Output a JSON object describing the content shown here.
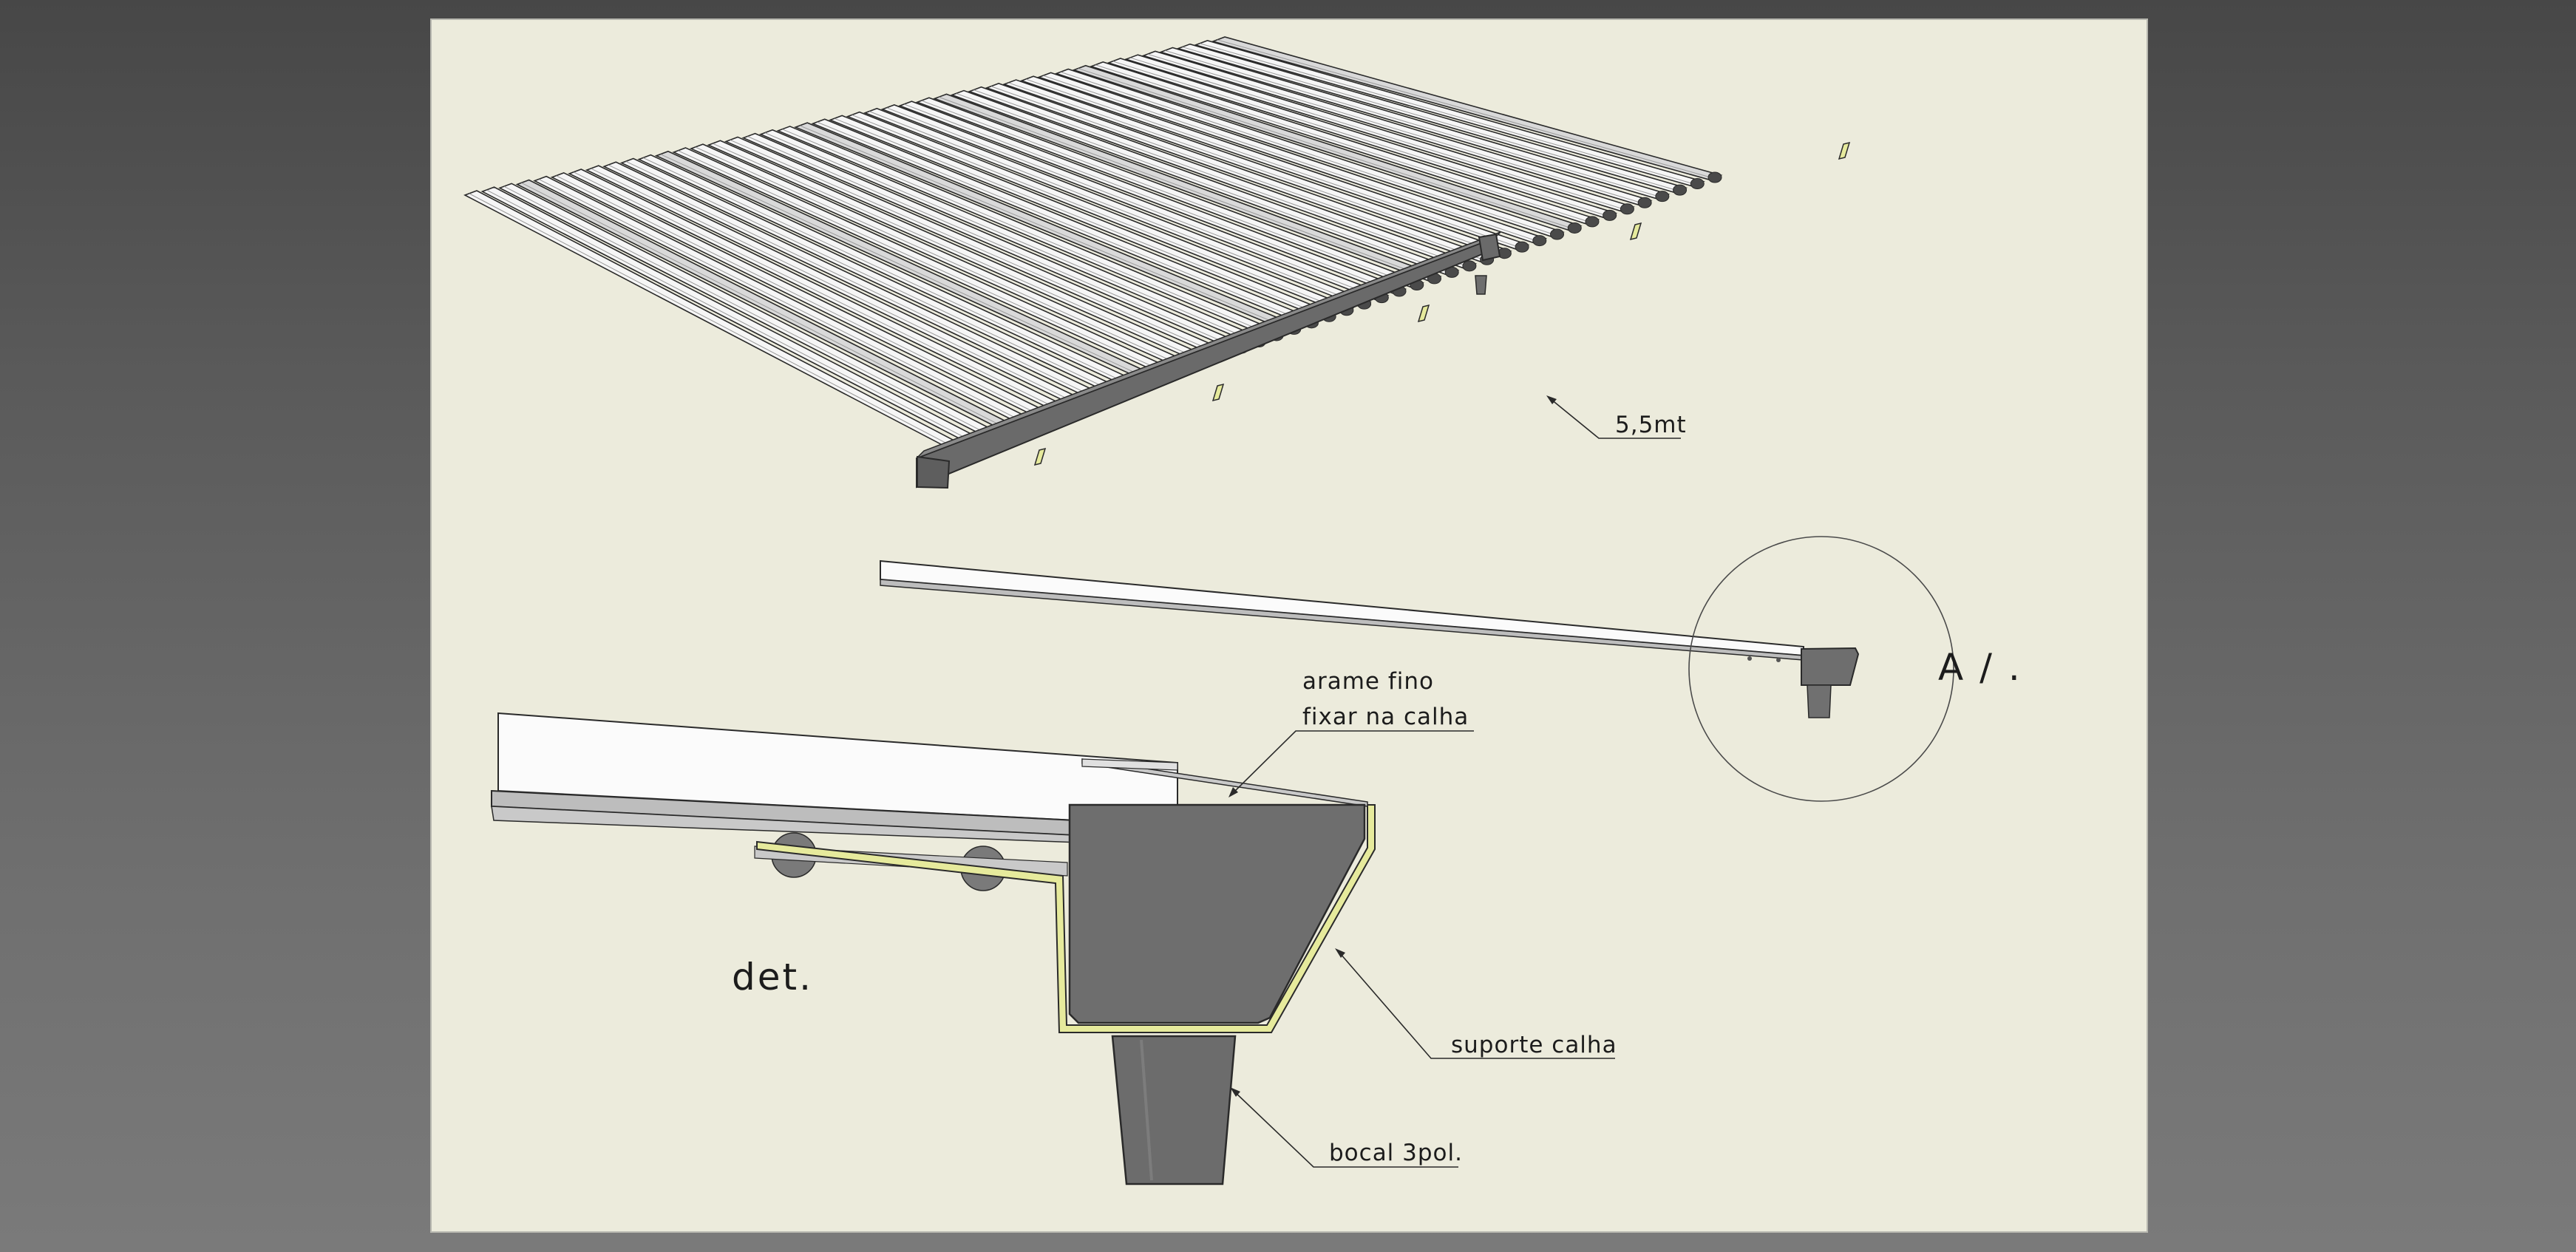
{
  "labels": {
    "length": "5,5mt",
    "wire_line1": "arame fino",
    "wire_line2": "fixar na calha",
    "detail_ref": "A / .",
    "detail_name": "det.",
    "gutter_support": "suporte calha",
    "nozzle": "bocal 3pol."
  },
  "colors": {
    "sheet_bg": "#ecebdc",
    "gutter": "#6e6e6e",
    "gutter_dark": "#5c5c5c",
    "support_yellow": "#e6ea9c",
    "panel_white": "#fbfbfb",
    "panel_grey": "#c9c9c9"
  }
}
